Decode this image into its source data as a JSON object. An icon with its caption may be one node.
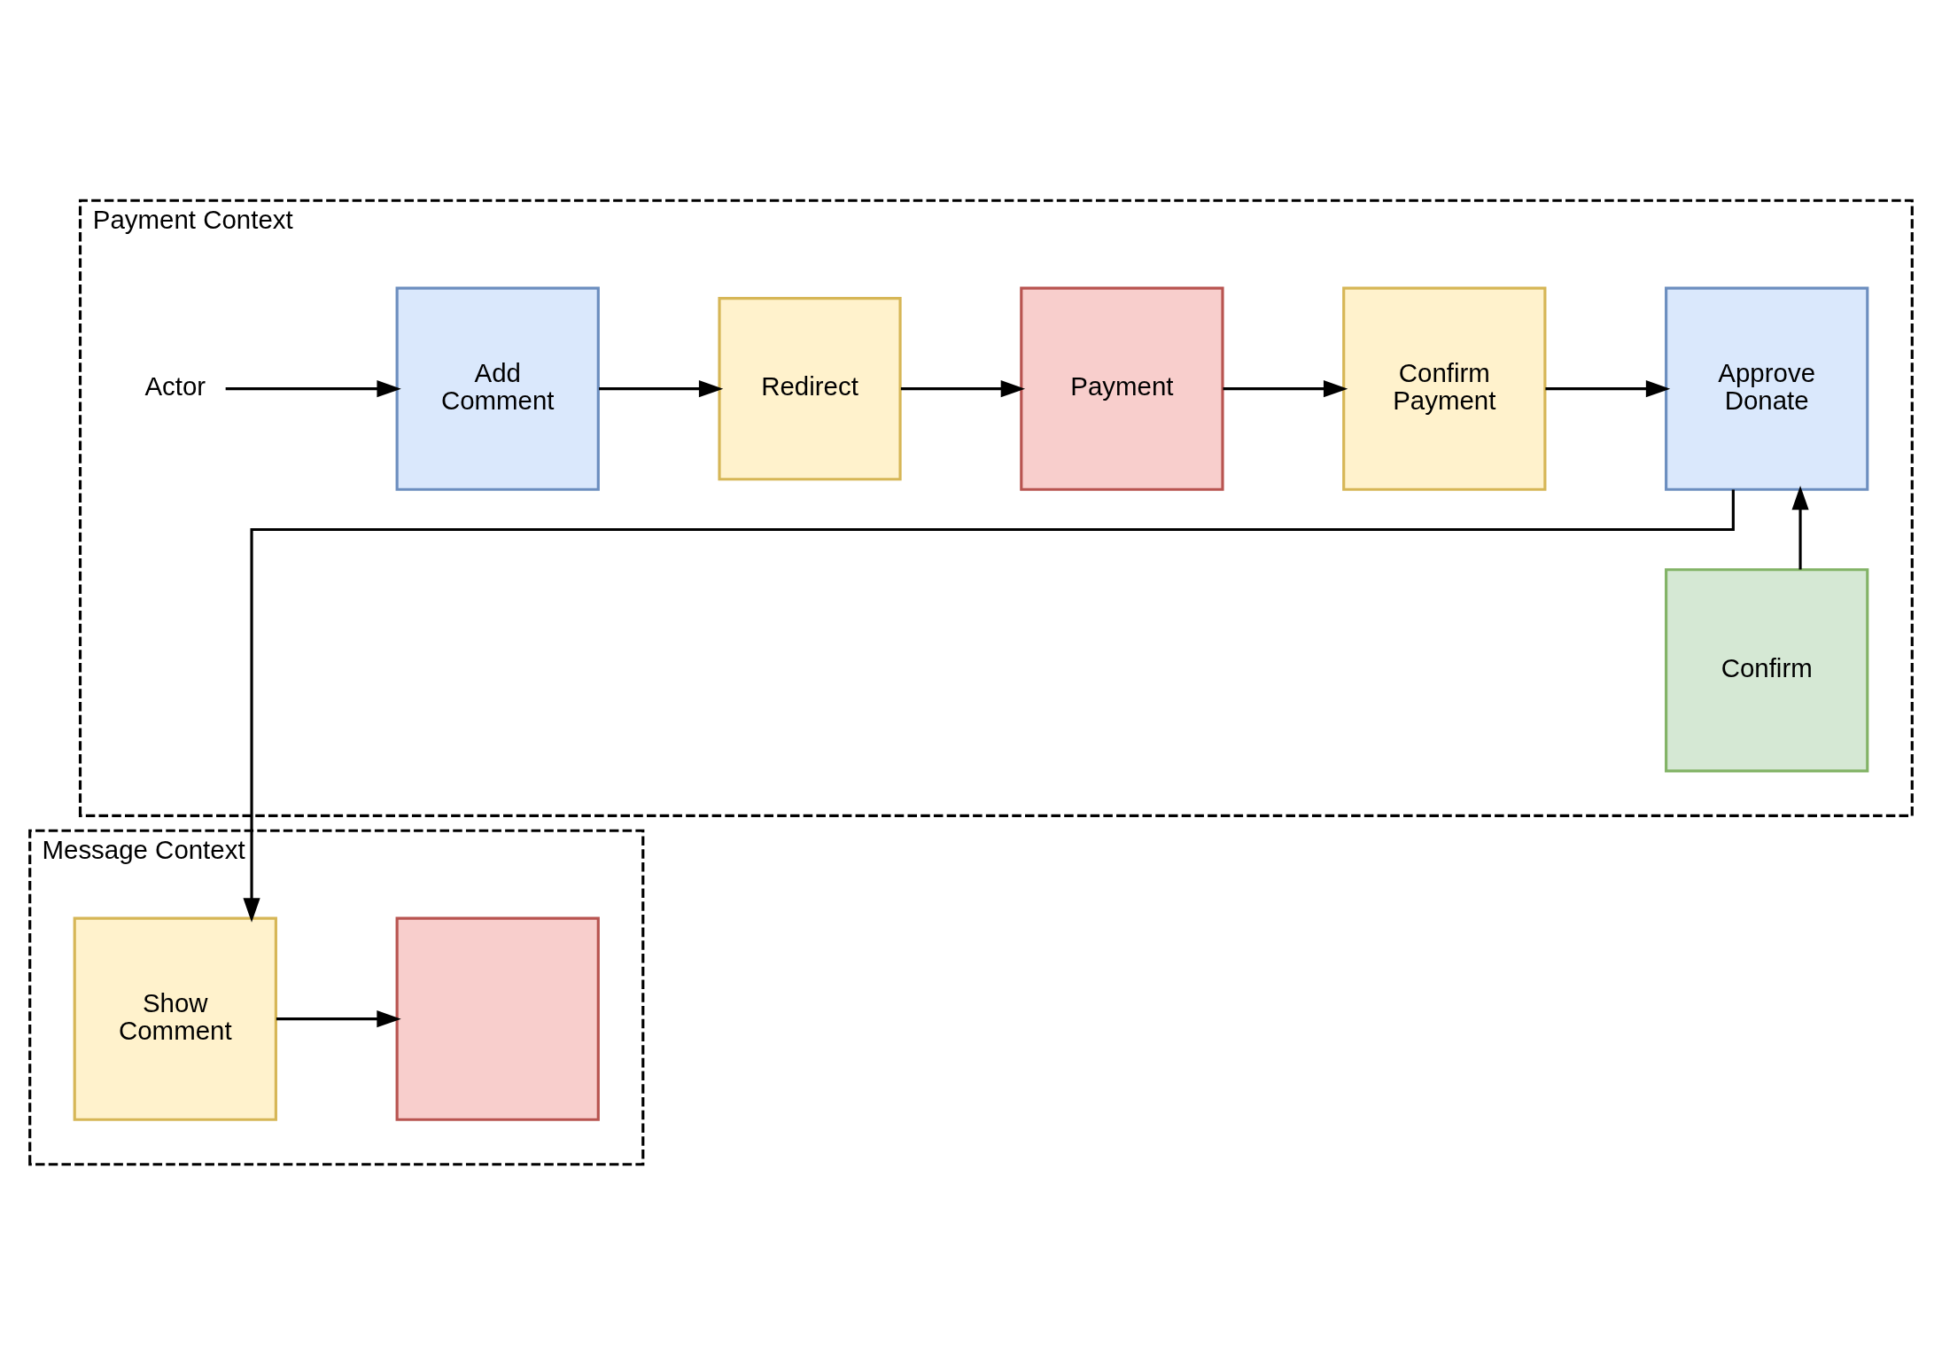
{
  "diagram": {
    "nodes": [
      {
        "text": [
          "Payment Context"
        ]
      },
      {
        "text": [
          "Actor"
        ],
        "in": 0
      },
      {
        "text": [
          "Add Comment"
        ],
        "in": 0
      },
      {
        "text": [
          "Redirect"
        ],
        "in": 0
      },
      {
        "text": [
          "Payment"
        ],
        "in": 0
      },
      {
        "text": [
          "Confirm Payment"
        ],
        "in": 0
      },
      {
        "text": [
          "Confirm"
        ],
        "in": 0
      },
      {
        "text": [
          "Approve Donate"
        ],
        "in": 0
      },
      {
        "text": [
          "Message Context"
        ]
      },
      {
        "text": [
          "Show Comment"
        ],
        "in": 8
      },
      {
        "text": [],
        "shape": "box",
        "in": 8
      }
    ],
    "edges": [
      {
        "from": 1,
        "to": 2,
        "arrow": "to"
      },
      {
        "from": 2,
        "to": 3,
        "arrow": "to"
      },
      {
        "from": 3,
        "to": 4,
        "arrow": "to"
      },
      {
        "from": 4,
        "to": 5,
        "arrow": "to"
      },
      {
        "from": 5,
        "to": 7,
        "arrow": "to"
      },
      {
        "from": 6,
        "to": 7,
        "arrow": "to"
      },
      {
        "from": 7,
        "to": 9,
        "arrow": "to"
      },
      {
        "from": 9,
        "to": 10,
        "arrow": "to"
      }
    ]
  }
}
